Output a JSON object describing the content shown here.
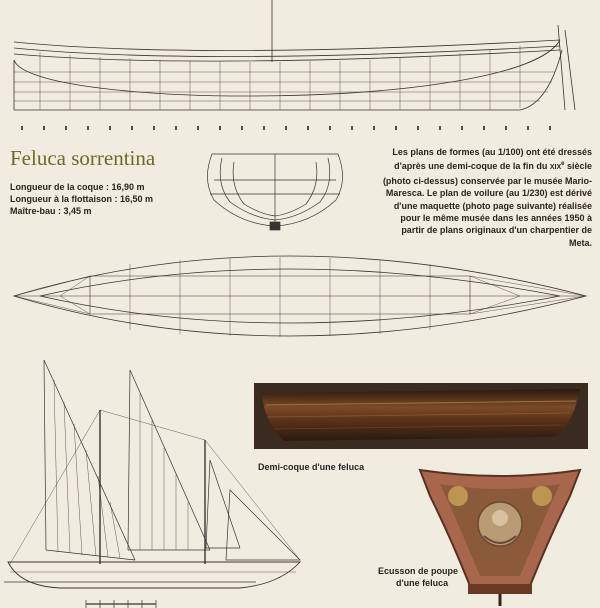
{
  "title": "Feluca sorrentina",
  "specs": [
    "Longueur de la coque : 16,90 m",
    "Longueur à la flottaison : 16,50 m",
    "Maître-bau : 3,45 m"
  ],
  "description": {
    "before_century": "Les plans de formes (au 1/100) ont été dressés d'après une demi-coque de la fin du ",
    "century": "XIX",
    "century_suffix": "e",
    "after_century": " siècle (photo ci-dessus) conservée par le musée Mario-Maresca. Le plan de voilure (au 1/230) est dérivé d'une maquette (photo page suivante) réalisée pour le même musée dans les années 1950 à partir de plans originaux d'un charpentier de Meta."
  },
  "captions": {
    "half_hull": "Demi-coque d'une feluca",
    "stern_line1": "Ecusson de poupe",
    "stern_line2": "d'une feluca"
  },
  "colors": {
    "background": "#f1ece0",
    "line": "#3a3430",
    "title": "#6e6a2a",
    "wood_dark": "#4a2a16",
    "wood_light": "#8a5a34",
    "ecusson_red": "#a8664c"
  }
}
